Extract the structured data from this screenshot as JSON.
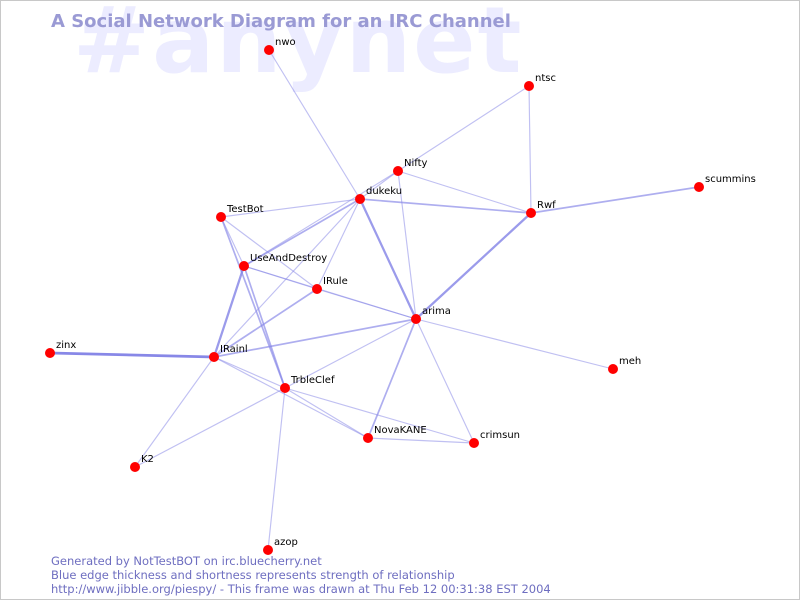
{
  "watermark": "#anynet",
  "title": "A Social Network Diagram for an IRC Channel",
  "footer": {
    "line1": "Generated by NotTestBOT on irc.bluecherry.net",
    "line2": "Blue edge thickness and shortness represents strength of relationship",
    "line3": "http://www.jibble.org/piespy/ - This frame was drawn at Thu Feb 12 00:31:38 EST 2004"
  },
  "colors": {
    "edge": "#8282e6",
    "node": "#ff0000",
    "title": "#9a9ad4",
    "watermark": "#ececff",
    "footer": "#6e6ec0"
  },
  "nodes": [
    "nwo",
    "ntsc",
    "Nifty",
    "dukeku",
    "Rwf",
    "scummins",
    "TestBot",
    "UseAndDestroy",
    "IRule",
    "arima",
    "zinx",
    "IRainl",
    "meh",
    "TrbleClef",
    "NovaKANE",
    "crimsun",
    "K2",
    "azop"
  ],
  "edges": [
    {
      "a": "nwo",
      "b": "dukeku",
      "strength": 1
    },
    {
      "a": "ntsc",
      "b": "Nifty",
      "strength": 1
    },
    {
      "a": "ntsc",
      "b": "Rwf",
      "strength": 1
    },
    {
      "a": "Nifty",
      "b": "Rwf",
      "strength": 1
    },
    {
      "a": "Nifty",
      "b": "dukeku",
      "strength": 1
    },
    {
      "a": "Nifty",
      "b": "arima",
      "strength": 1
    },
    {
      "a": "Nifty",
      "b": "UseAndDestroy",
      "strength": 1
    },
    {
      "a": "dukeku",
      "b": "Rwf",
      "strength": 2
    },
    {
      "a": "dukeku",
      "b": "arima",
      "strength": 3
    },
    {
      "a": "dukeku",
      "b": "UseAndDestroy",
      "strength": 2
    },
    {
      "a": "dukeku",
      "b": "IRule",
      "strength": 1
    },
    {
      "a": "dukeku",
      "b": "IRainl",
      "strength": 1
    },
    {
      "a": "TestBot",
      "b": "dukeku",
      "strength": 1
    },
    {
      "a": "TestBot",
      "b": "UseAndDestroy",
      "strength": 1
    },
    {
      "a": "TestBot",
      "b": "IRule",
      "strength": 1
    },
    {
      "a": "TestBot",
      "b": "TrbleClef",
      "strength": 2
    },
    {
      "a": "Rwf",
      "b": "scummins",
      "strength": 2
    },
    {
      "a": "Rwf",
      "b": "arima",
      "strength": 3
    },
    {
      "a": "UseAndDestroy",
      "b": "IRule",
      "strength": 1
    },
    {
      "a": "UseAndDestroy",
      "b": "IRainl",
      "strength": 3
    },
    {
      "a": "UseAndDestroy",
      "b": "TrbleClef",
      "strength": 2
    },
    {
      "a": "UseAndDestroy",
      "b": "arima",
      "strength": 1
    },
    {
      "a": "IRule",
      "b": "IRainl",
      "strength": 2
    },
    {
      "a": "IRule",
      "b": "arima",
      "strength": 1
    },
    {
      "a": "arima",
      "b": "IRainl",
      "strength": 2
    },
    {
      "a": "arima",
      "b": "meh",
      "strength": 1
    },
    {
      "a": "arima",
      "b": "NovaKANE",
      "strength": 2
    },
    {
      "a": "arima",
      "b": "crimsun",
      "strength": 1
    },
    {
      "a": "arima",
      "b": "TrbleClef",
      "strength": 1
    },
    {
      "a": "zinx",
      "b": "IRainl",
      "strength": 4
    },
    {
      "a": "IRainl",
      "b": "TrbleClef",
      "strength": 1
    },
    {
      "a": "IRainl",
      "b": "K2",
      "strength": 1
    },
    {
      "a": "IRainl",
      "b": "NovaKANE",
      "strength": 1
    },
    {
      "a": "TrbleClef",
      "b": "NovaKANE",
      "strength": 1
    },
    {
      "a": "TrbleClef",
      "b": "crimsun",
      "strength": 1
    },
    {
      "a": "TrbleClef",
      "b": "K2",
      "strength": 1
    },
    {
      "a": "TrbleClef",
      "b": "azop",
      "strength": 1
    },
    {
      "a": "NovaKANE",
      "b": "crimsun",
      "strength": 1
    }
  ]
}
